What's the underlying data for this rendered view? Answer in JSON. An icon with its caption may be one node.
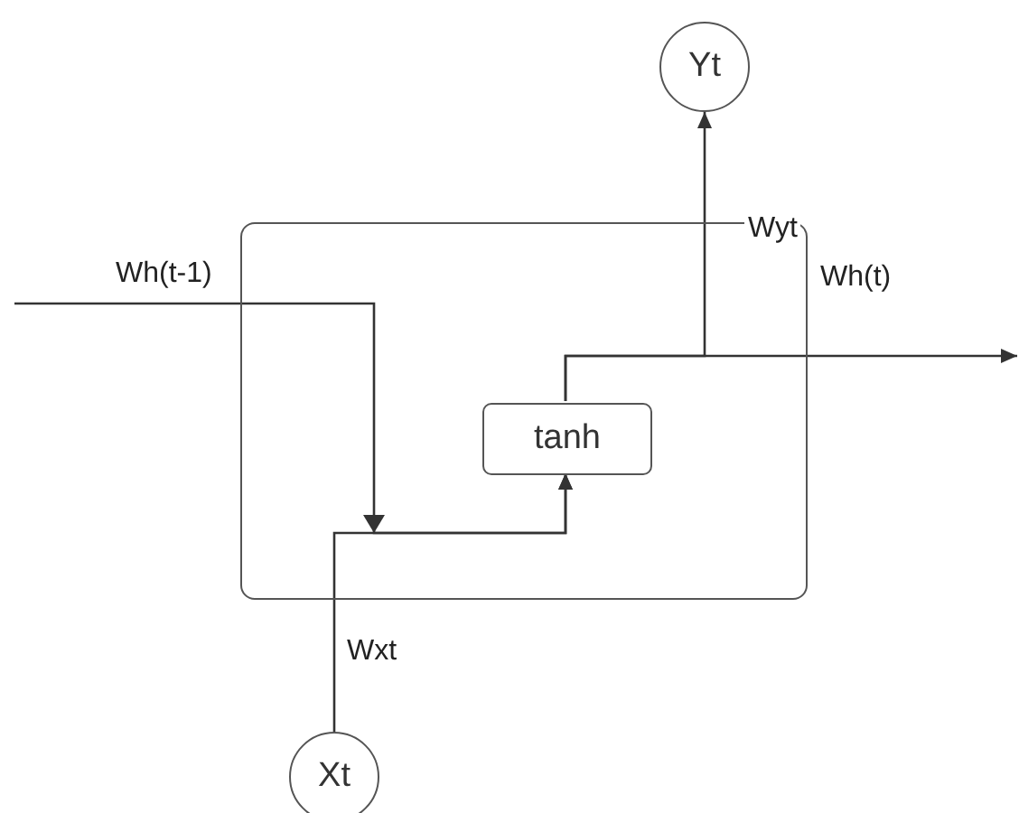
{
  "diagram": {
    "nodes": [
      {
        "text": [],
        "shape": "box"
      },
      {
        "text": [
          "Yt"
        ]
      },
      {
        "text": [
          "tanh"
        ],
        "in": 0
      },
      {
        "text": [
          "Xt"
        ]
      }
    ],
    "edges": [
      {
        "from": null,
        "to": 2,
        "arrow": "to",
        "label": "Wh(t-1)"
      },
      {
        "from": 3,
        "to": 2,
        "arrow": "to",
        "label": "Wxt"
      },
      {
        "from": 2,
        "to": 1,
        "arrow": "to",
        "label": "Wyt"
      },
      {
        "from": 2,
        "to": null,
        "arrow": "to",
        "label": "Wh(t)"
      }
    ]
  }
}
